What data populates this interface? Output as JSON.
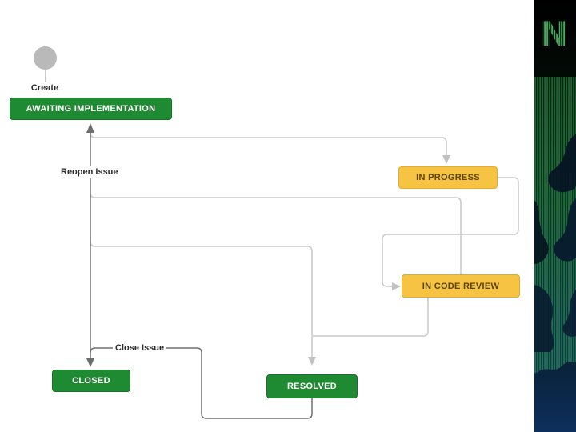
{
  "diagram": {
    "start": {
      "label": "Create"
    },
    "nodes": [
      {
        "id": "awaiting-implementation",
        "label": "AWAITING IMPLEMENTATION",
        "status_color": "green"
      },
      {
        "id": "in-progress",
        "label": "IN PROGRESS",
        "status_color": "yellow"
      },
      {
        "id": "in-code-review",
        "label": "IN CODE REVIEW",
        "status_color": "yellow"
      },
      {
        "id": "resolved",
        "label": "RESOLVED",
        "status_color": "green"
      },
      {
        "id": "closed",
        "label": "CLOSED",
        "status_color": "green"
      }
    ],
    "transitions": [
      {
        "label": "Reopen Issue"
      },
      {
        "label": "Close Issue"
      }
    ],
    "colors": {
      "status_green": "#1e8a32",
      "status_yellow": "#f6c342",
      "yellow_text": "#594300",
      "green_text": "#ffffff",
      "connector_light": "#c9c9c9",
      "connector_dark": "#6e6e6e",
      "start_circle": "#b9b9b9",
      "label_text": "#2b2b2b"
    }
  },
  "sidebar": {
    "logo_text": "N",
    "accent_green": "#3ec760",
    "background_black": "#000000",
    "background_navy": "#0d2f57"
  }
}
